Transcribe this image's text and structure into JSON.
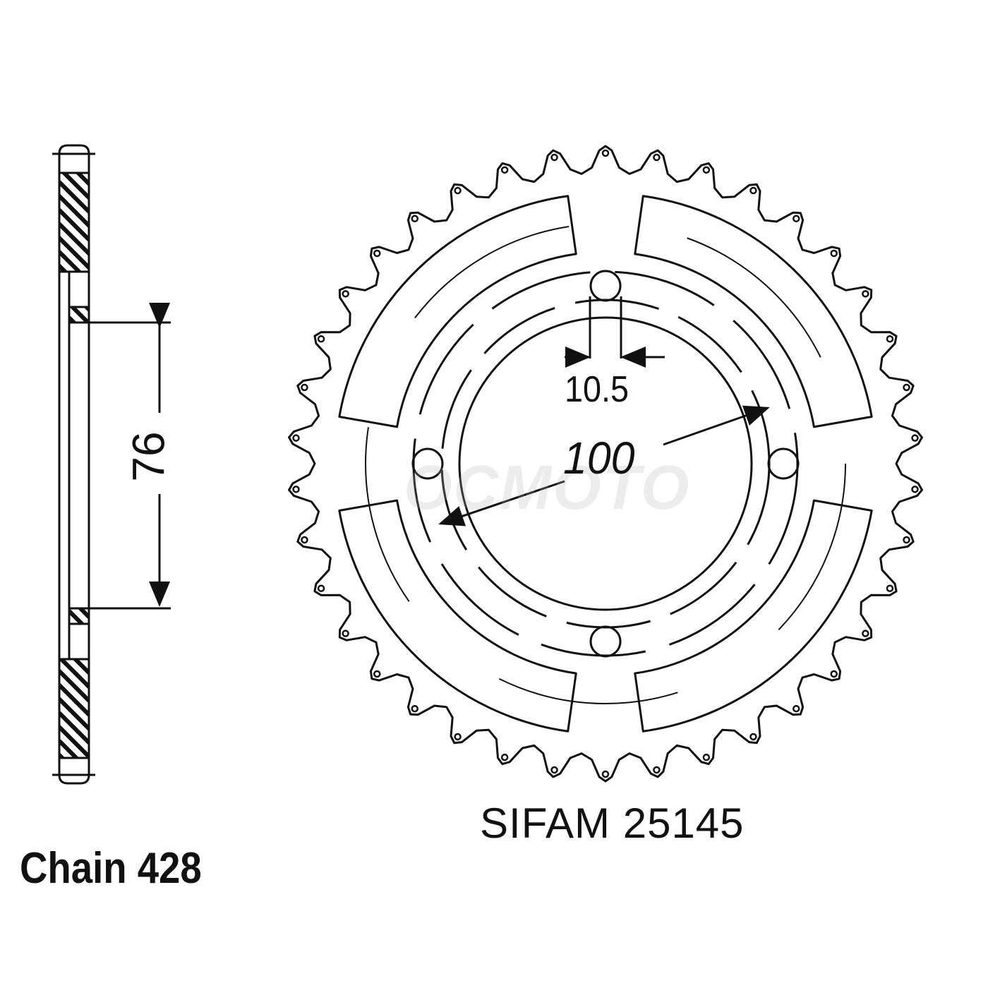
{
  "diagram": {
    "chain_label": "Chain 428",
    "part_label": "SIFAM 25145",
    "dimensions": {
      "slot_width": "10.5",
      "bolt_circle": "100",
      "hub_offset": "76"
    },
    "teeth": 38,
    "bolt_holes": 4,
    "watermark": "OCMOTO",
    "line_color": "#111111",
    "background": "#ffffff"
  }
}
